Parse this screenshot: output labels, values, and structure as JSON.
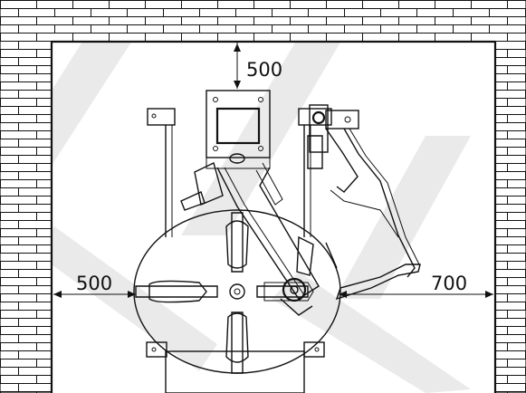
{
  "diagram": {
    "dimensions": {
      "top_clearance": "500",
      "left_clearance": "500",
      "right_clearance": "700"
    }
  }
}
